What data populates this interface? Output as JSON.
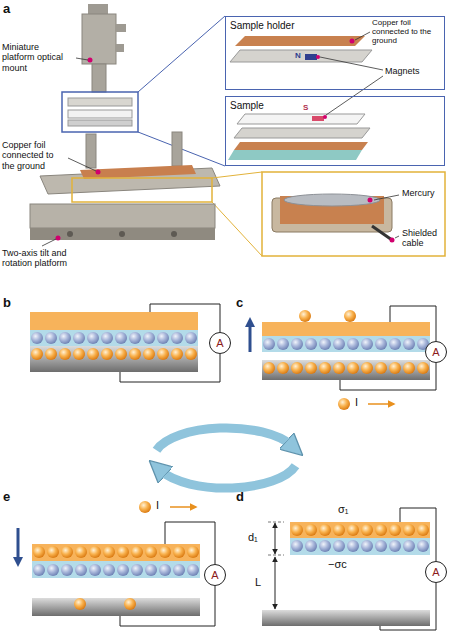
{
  "diagram": {
    "nodes": [
      {
        "text": [
          "Sample holder"
        ]
      },
      {
        "text": [
          "Sample"
        ]
      },
      {
        "text": [
          "A"
        ]
      },
      {
        "text": [
          "A"
        ]
      },
      {
        "text": [
          "A"
        ]
      },
      {
        "text": [
          "A"
        ]
      }
    ],
    "labels": [
      "a",
      "Miniature platform optical mount",
      "Copper foil connected to the ground",
      "N",
      "Magnets",
      "S",
      "Copper foil connected to the ground",
      "Mercury",
      "Shielded cable",
      "Two-axis tilt and rotation platform",
      "b",
      "c",
      "I",
      "e",
      "I",
      "d",
      "σ₁",
      "d₁",
      "L",
      "−σc"
    ]
  }
}
